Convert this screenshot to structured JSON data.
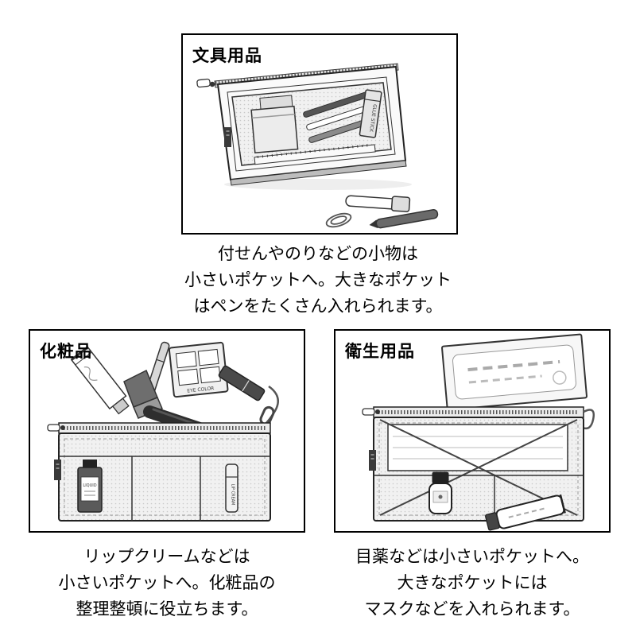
{
  "panels": {
    "stationery": {
      "label": "文具用品",
      "caption_lines": [
        "付せんやのりなどの小物は",
        "小さいポケットへ。大きなポケット",
        "はペンをたくさん入れられます。"
      ],
      "item_labels": {
        "glue_stick": "GLUE STICK"
      }
    },
    "cosmetics": {
      "label": "化粧品",
      "caption_lines": [
        "リップクリームなどは",
        "小さいポケットへ。化粧品の",
        "整理整頓に役立ちます。"
      ],
      "item_labels": {
        "eye_color": "EYE COLOR",
        "liquid": "LIQUID",
        "lip_cream": "LIP CREAM"
      }
    },
    "hygiene": {
      "label": "衛生用品",
      "caption_lines": [
        "目薬などは小さいポケットへ。",
        "大きなポケットには",
        "マスクなどを入れられます。"
      ]
    }
  },
  "colors": {
    "panel_border": "#000000",
    "line_art": "#333333",
    "text": "#111111"
  }
}
